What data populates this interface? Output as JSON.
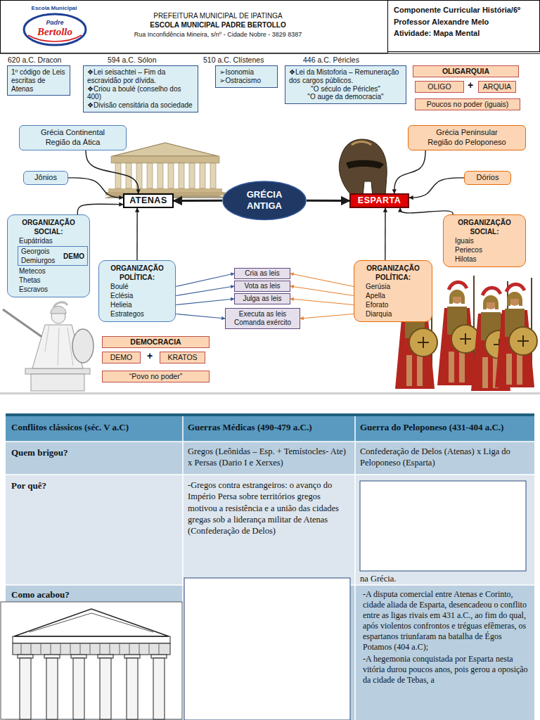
{
  "diagram": {
    "nodes": [
      {
        "text": [
          "Componente Curricular História/6º",
          "Professor Alexandre Melo",
          "Atividade: Mapa Mental"
        ]
      },
      {
        "text": [
          "620 a.C. Dracon",
          "1º código de Leis escritas de Atenas"
        ]
      },
      {
        "text": [
          "594 a.C. Sólon",
          "❖Lei seisachtei – Fim da escravidão por dívida.",
          "❖Criou a boulé (conselho dos 400)",
          "❖Divisão censitária da sociedade"
        ]
      },
      {
        "text": [
          "510 a.C. Clístenes",
          "➢Isonomia",
          "➢Ostracismo"
        ]
      },
      {
        "text": [
          "446 a.C. Péricles",
          "❖Lei da Mistoforia – Remuneração dos cargos públicos.",
          "\"O século de Péricles\"",
          "\"O auge da democracia\""
        ]
      },
      {
        "text": [
          "OLIGARQUIA"
        ]
      },
      {
        "text": [
          "OLIGO"
        ]
      },
      {
        "text": [
          "ARQUIA"
        ]
      },
      {
        "text": [
          "Poucos no poder (iguais)"
        ]
      },
      {
        "text": [
          "Grécia Continental Região da Ática"
        ]
      },
      {
        "text": [
          "Grécia Peninsular Região do Peloponeso"
        ]
      },
      {
        "text": [
          "Jônios"
        ]
      },
      {
        "text": [
          "ATENAS"
        ]
      },
      {
        "text": [
          "GRÉCIA ANTIGA"
        ]
      },
      {
        "text": [
          "ESPARTA"
        ]
      },
      {
        "text": [
          "Dórios"
        ]
      },
      {
        "text": [
          "ORGANIZAÇÃO SOCIAL:",
          "Eupátridas",
          "Metecos",
          "Thetas",
          "Escravos"
        ]
      },
      {
        "text": [
          "Georgois",
          "Demiurgos",
          "DEMO"
        ],
        "in": 16
      },
      {
        "text": [
          "ORGANIZAÇÃO SOCIAL:",
          "Iguais",
          "Periecos",
          "Hilotas"
        ]
      },
      {
        "text": [
          "ORGANIZAÇÃO POLÍTICA:",
          "Boulé",
          "Eclésia",
          "Helieia",
          "Estrategos"
        ]
      },
      {
        "text": [
          "Cria as leis"
        ]
      },
      {
        "text": [
          "Vota as leis"
        ]
      },
      {
        "text": [
          "Julga as leis"
        ]
      },
      {
        "text": [
          "Executa as leis Comanda exército"
        ]
      },
      {
        "text": [
          "ORGANIZAÇÃO POLÍTICA:",
          "Gerúsia",
          "Apella",
          "Eforato",
          "Diarquia"
        ]
      },
      {
        "text": [
          "DEMOCRACIA"
        ]
      },
      {
        "text": [
          "DEMO"
        ]
      },
      {
        "text": [
          "KRATOS"
        ]
      },
      {
        "text": [
          "“Povo no poder”"
        ]
      }
    ],
    "edges": [
      {
        "from": 9,
        "to": 12,
        "arrow": "to"
      },
      {
        "from": 11,
        "to": 12,
        "arrow": "to"
      },
      {
        "from": 13,
        "to": 12,
        "arrow": "to"
      },
      {
        "from": 13,
        "to": 14,
        "arrow": "to"
      },
      {
        "from": 10,
        "to": 14,
        "arrow": "to"
      },
      {
        "from": 15,
        "to": 14,
        "arrow": "to"
      },
      {
        "from": 16,
        "to": 12,
        "arrow": "to"
      },
      {
        "from": 19,
        "to": 12,
        "arrow": "to"
      },
      {
        "from": 18,
        "to": 14,
        "arrow": "to"
      },
      {
        "from": 24,
        "to": 14,
        "arrow": "to"
      },
      {
        "from": 19,
        "to": 20,
        "arrow": "to"
      },
      {
        "from": 19,
        "to": 21,
        "arrow": "to"
      },
      {
        "from": 19,
        "to": 22,
        "arrow": "to"
      },
      {
        "from": 19,
        "to": 23,
        "arrow": "to"
      },
      {
        "from": 24,
        "to": 20,
        "arrow": "to"
      },
      {
        "from": 24,
        "to": 21,
        "arrow": "to"
      },
      {
        "from": 24,
        "to": 22,
        "arrow": "to"
      },
      {
        "from": 24,
        "to": 23,
        "arrow": "to"
      }
    ],
    "labels": [
      "Escola Municipal",
      "Padre",
      "Bertollo",
      "PREFEITURA MUNICIPAL DE IPATINGA",
      "ESCOLA MUNICIPAL PADRE BERTOLLO",
      "Rua Inconfidência Mineira, s/nº - Cidade Nobre - 3829 8387",
      "+",
      "+",
      "Conflitos clássicos (séc. V a.C)",
      "Guerras Médicas (490-479 a.C.)",
      "Guerra do Peloponeso (431-404 a.C.)",
      "Quem brigou?",
      "Gregos (Leônidas – Esp. + Temístocles- Ate) x Persas (Dario I e Xerxes)",
      "Confederação de Delos (Atenas) x Liga do Peloponeso (Esparta)",
      "Por quê?",
      "-Gregos contra estrangeiros: o avanço do Império Persa sobre territórios gregos motivou a resistência e a união das cidades gregas sob a liderança militar de Atenas (Confederação de Delos)",
      "na Grécia.",
      "Como acabou?",
      "-A disputa comercial entre Atenas e Corinto, cidade aliada de Esparta, desencadeou o conflito entre as ligas rivais em 431 a.C., ao fim do qual, após violentos confrontos e tréguas efêmeras, os espartanos triunfaram na batalha de Égos Potamos (404 a.C);",
      "-A hegemonia conquistada por Esparta nesta vitória durou poucos anos, pois gerou a oposição da cidade de Tebas, a"
    ]
  }
}
